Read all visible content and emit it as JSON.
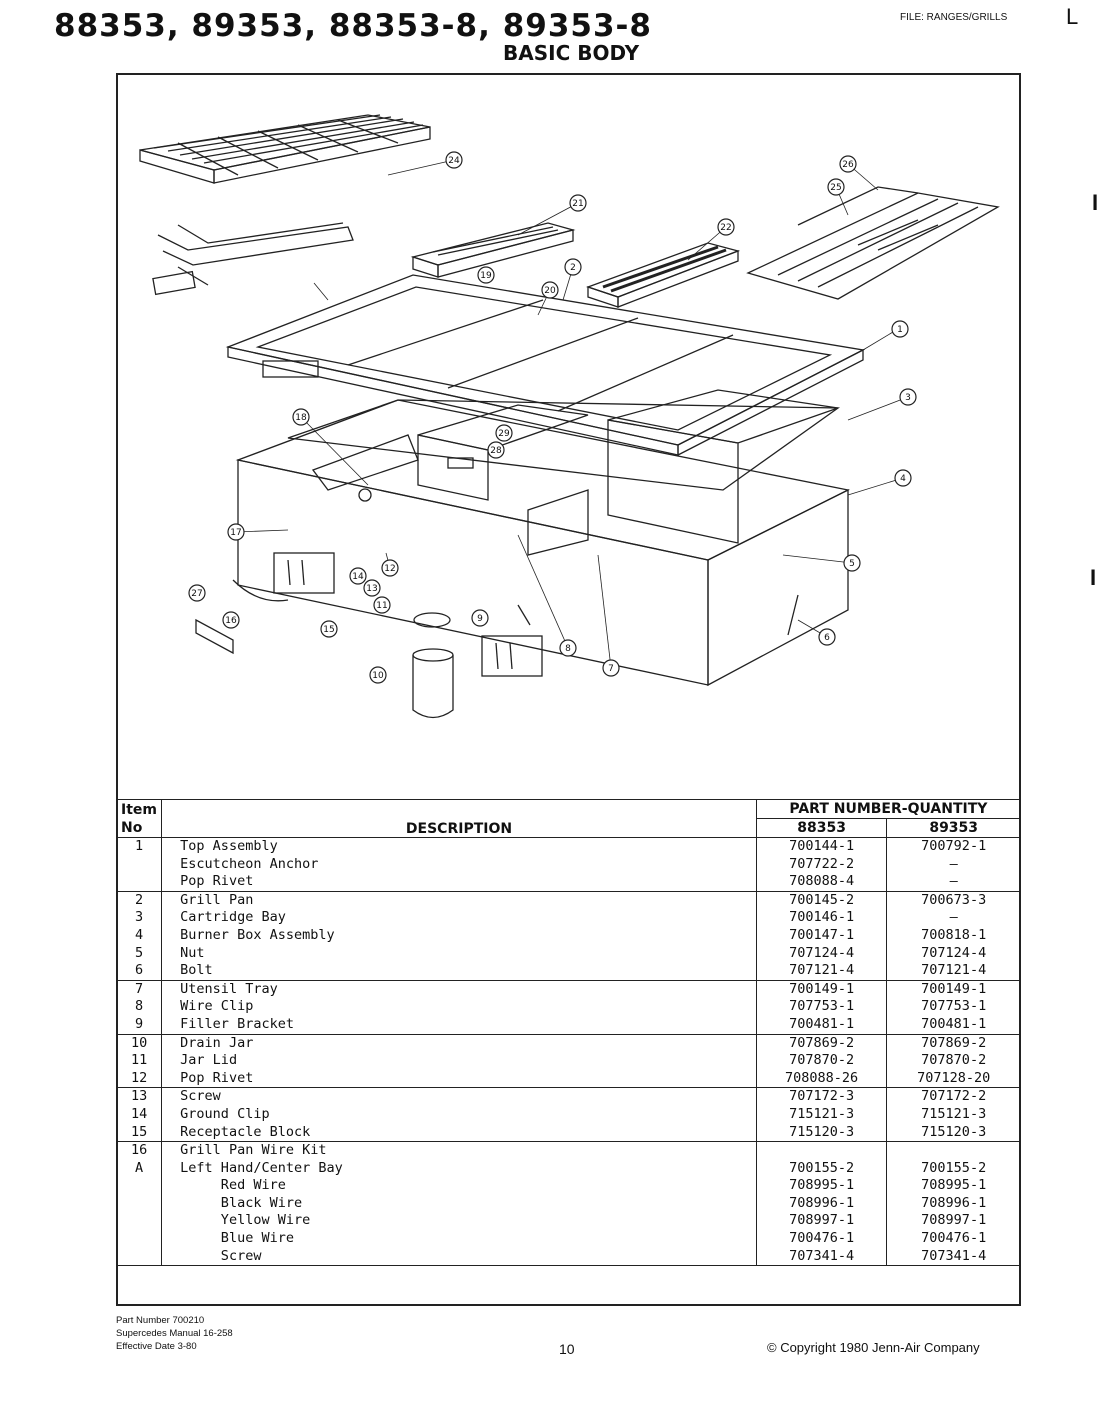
{
  "header": {
    "title": "88353, 89353, 88353-8, 89353-8",
    "subtitle": "BASIC BODY",
    "file_tag": "FILE: RANGES/GRILLS",
    "corner_mark": "L"
  },
  "diagram": {
    "callouts": [
      "24",
      "21",
      "22",
      "26",
      "25",
      "19",
      "2",
      "20",
      "1",
      "3",
      "18",
      "29",
      "28",
      "4",
      "17",
      "14",
      "13",
      "12",
      "5",
      "27",
      "16",
      "15",
      "11",
      "9",
      "8",
      "7",
      "6",
      "10"
    ]
  },
  "table": {
    "headers": {
      "item_line1": "Item",
      "item_line2": "No",
      "description": "DESCRIPTION",
      "group": "PART NUMBER-QUANTITY",
      "model_a": "88353",
      "model_b": "89353"
    },
    "groups": [
      [
        {
          "item": "1",
          "desc": "Top Assembly",
          "a": "700144-1",
          "b": "700792-1"
        },
        {
          "item": "",
          "desc": "Escutcheon Anchor",
          "a": "707722-2",
          "b": "—"
        },
        {
          "item": "",
          "desc": "Pop Rivet",
          "a": "708088-4",
          "b": "—"
        }
      ],
      [
        {
          "item": "2",
          "desc": "Grill Pan",
          "a": "700145-2",
          "b": "700673-3"
        },
        {
          "item": "3",
          "desc": "Cartridge Bay",
          "a": "700146-1",
          "b": "—"
        },
        {
          "item": "4",
          "desc": "Burner Box Assembly",
          "a": "700147-1",
          "b": "700818-1"
        },
        {
          "item": "5",
          "desc": "Nut",
          "a": "707124-4",
          "b": "707124-4"
        },
        {
          "item": "6",
          "desc": "Bolt",
          "a": "707121-4",
          "b": "707121-4"
        }
      ],
      [
        {
          "item": "7",
          "desc": "Utensil Tray",
          "a": "700149-1",
          "b": "700149-1"
        },
        {
          "item": "8",
          "desc": "Wire Clip",
          "a": "707753-1",
          "b": "707753-1"
        },
        {
          "item": "9",
          "desc": "Filler Bracket",
          "a": "700481-1",
          "b": "700481-1"
        }
      ],
      [
        {
          "item": "10",
          "desc": "Drain Jar",
          "a": "707869-2",
          "b": "707869-2"
        },
        {
          "item": "11",
          "desc": "Jar Lid",
          "a": "707870-2",
          "b": "707870-2"
        },
        {
          "item": "12",
          "desc": "Pop Rivet",
          "a": "708088-26",
          "b": "707128-20"
        }
      ],
      [
        {
          "item": "13",
          "desc": "Screw",
          "a": "707172-3",
          "b": "707172-2"
        },
        {
          "item": "14",
          "desc": "Ground Clip",
          "a": "715121-3",
          "b": "715121-3"
        },
        {
          "item": "15",
          "desc": "Receptacle Block",
          "a": "715120-3",
          "b": "715120-3"
        }
      ],
      [
        {
          "item": "16",
          "desc": "Grill Pan Wire Kit",
          "a": "",
          "b": ""
        },
        {
          "item": "A",
          "desc": "Left Hand/Center Bay",
          "a": "700155-2",
          "b": "700155-2"
        },
        {
          "item": "",
          "desc": "     Red Wire",
          "a": "708995-1",
          "b": "708995-1"
        },
        {
          "item": "",
          "desc": "     Black Wire",
          "a": "708996-1",
          "b": "708996-1"
        },
        {
          "item": "",
          "desc": "     Yellow Wire",
          "a": "708997-1",
          "b": "708997-1"
        },
        {
          "item": "",
          "desc": "     Blue Wire",
          "a": "700476-1",
          "b": "700476-1"
        },
        {
          "item": "",
          "desc": "     Screw",
          "a": "707341-4",
          "b": "707341-4"
        }
      ]
    ]
  },
  "footer": {
    "part_number": "Part Number 700210",
    "supercedes": "Supercedes Manual 16-258",
    "effective": "Effective Date 3-80",
    "page": "10",
    "copyright": "© Copyright 1980 Jenn-Air Company"
  }
}
